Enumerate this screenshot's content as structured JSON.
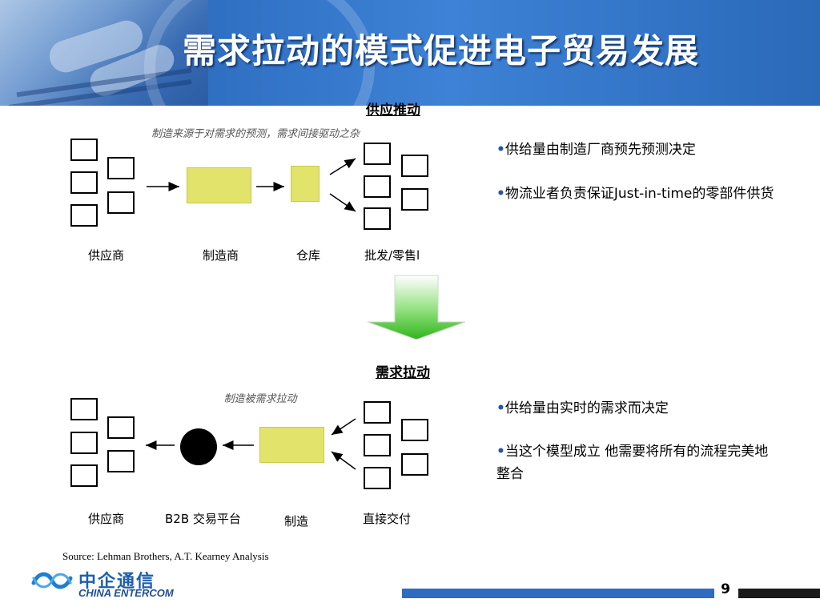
{
  "slide": {
    "title": "需求拉动的模式促进电子贸易发展"
  },
  "push_section": {
    "title": "供应推动",
    "note": "制造来源于对需求的预测，需求间接驱动之杂",
    "labels": [
      "供应商",
      "制造商",
      "仓库",
      "批发/零售l"
    ],
    "bullets": [
      "供给量由制造厂商预先预测决定",
      "物流业者负责保证Just-in-time的零部件供货"
    ]
  },
  "pull_section": {
    "title": "需求拉动",
    "note": "制造被需求拉动",
    "labels": [
      "供应商",
      "B2B 交易平台",
      "制造",
      "直接交付"
    ],
    "bullets": [
      "供给量由实时的需求而决定",
      "当这个模型成立 他需要将所有的流程完美地整合"
    ]
  },
  "footer": {
    "source": "Source:  Lehman Brothers, A.T. Kearney Analysis",
    "logo_cn": "中企通信",
    "logo_en": "CHINA ENTERCOM",
    "page_number": "9"
  },
  "colors": {
    "header_blue": "#2f6fc2",
    "box_yellow": "#e2e36a",
    "arrow_green": "#3fbf2a",
    "bullet_blue": "#2257a8"
  }
}
